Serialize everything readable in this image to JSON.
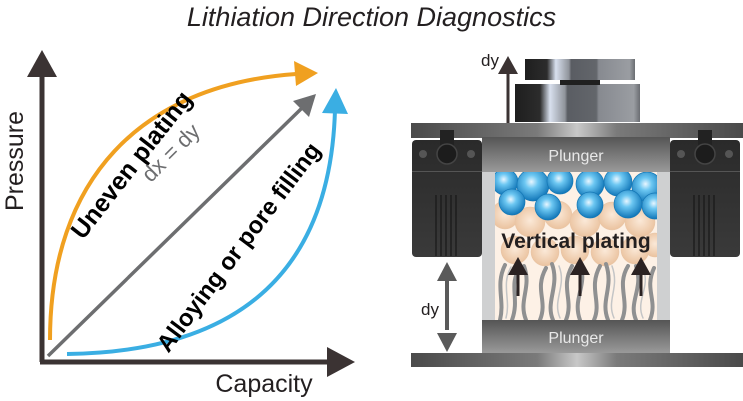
{
  "title": "Lithiation Direction Diagnostics",
  "plot": {
    "y_axis_label": "Pressure",
    "x_axis_label": "Capacity",
    "curves": [
      {
        "name": "uneven-plating",
        "label": "Uneven plating",
        "color": "#f0a020",
        "shape": "concave"
      },
      {
        "name": "linear",
        "label": "dx = dy",
        "color": "#6d6e70",
        "shape": "linear"
      },
      {
        "name": "alloying",
        "label": "Alloying or pore filling",
        "color": "#3aaee3",
        "shape": "convex"
      }
    ],
    "axis_color": "#3b3333"
  },
  "device": {
    "top_dy_label": "dy",
    "upper_plunger_label": "Plunger",
    "lower_plunger_label": "Plunger",
    "middle_label": "Vertical plating",
    "side_dy_label": "dy",
    "sphere_color": "#2a9de0",
    "particle_color": "#f3d3b5"
  }
}
